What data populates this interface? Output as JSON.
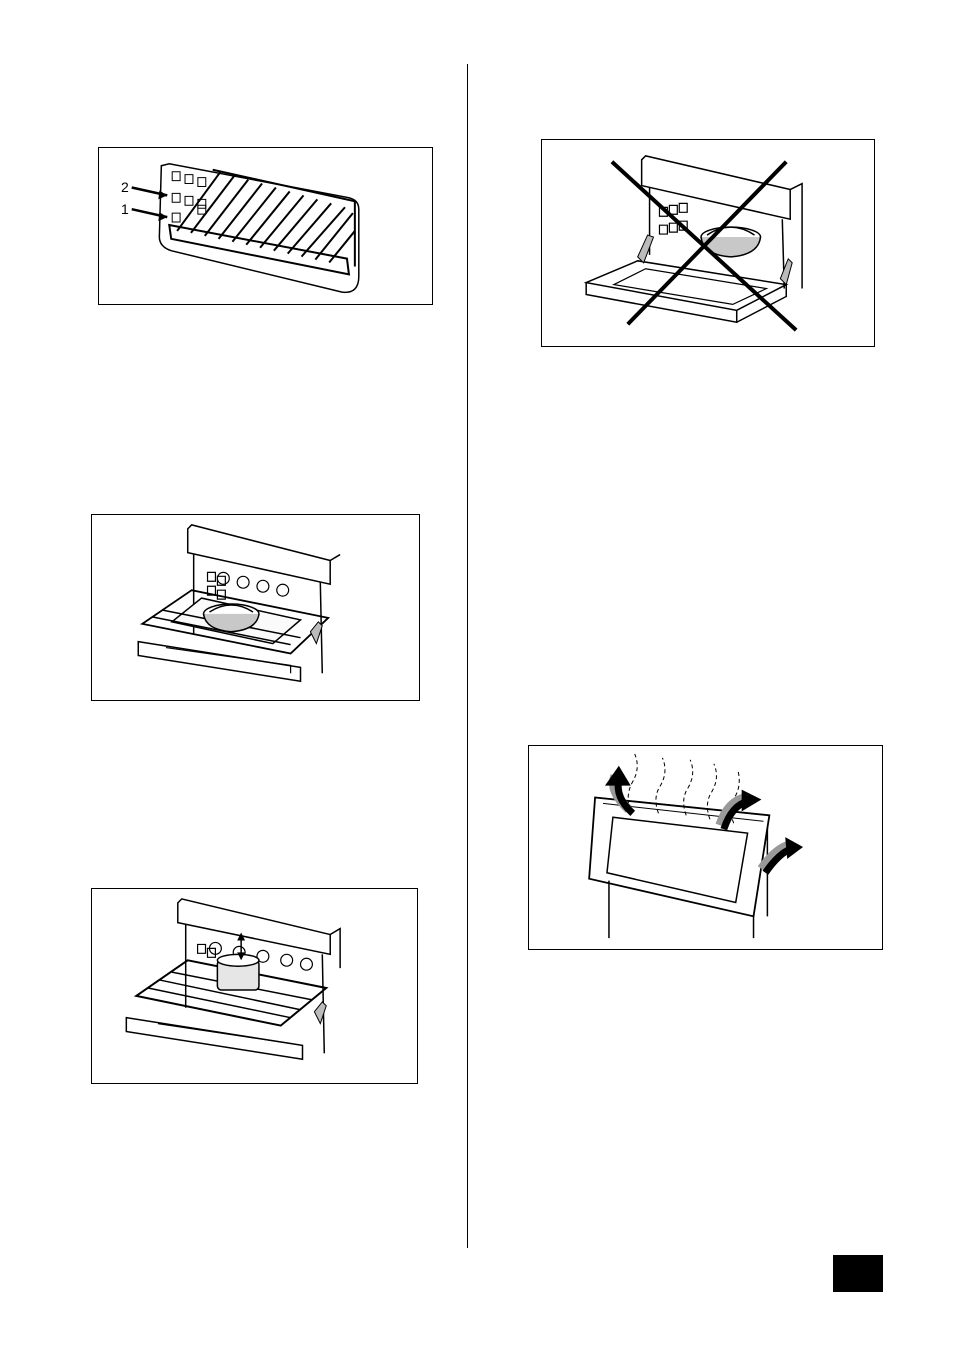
{
  "figure1": {
    "shelf_labels": [
      "2",
      "1"
    ]
  },
  "page": {
    "number": ""
  },
  "icons": {
    "fig1": "shelf-runner-diagram",
    "fig2": "casserole-on-tray-diagram",
    "fig3": "dish-on-shelf-diagram",
    "fig4": "prohibited-door-use-diagram",
    "fig5": "steam-escape-diagram"
  }
}
